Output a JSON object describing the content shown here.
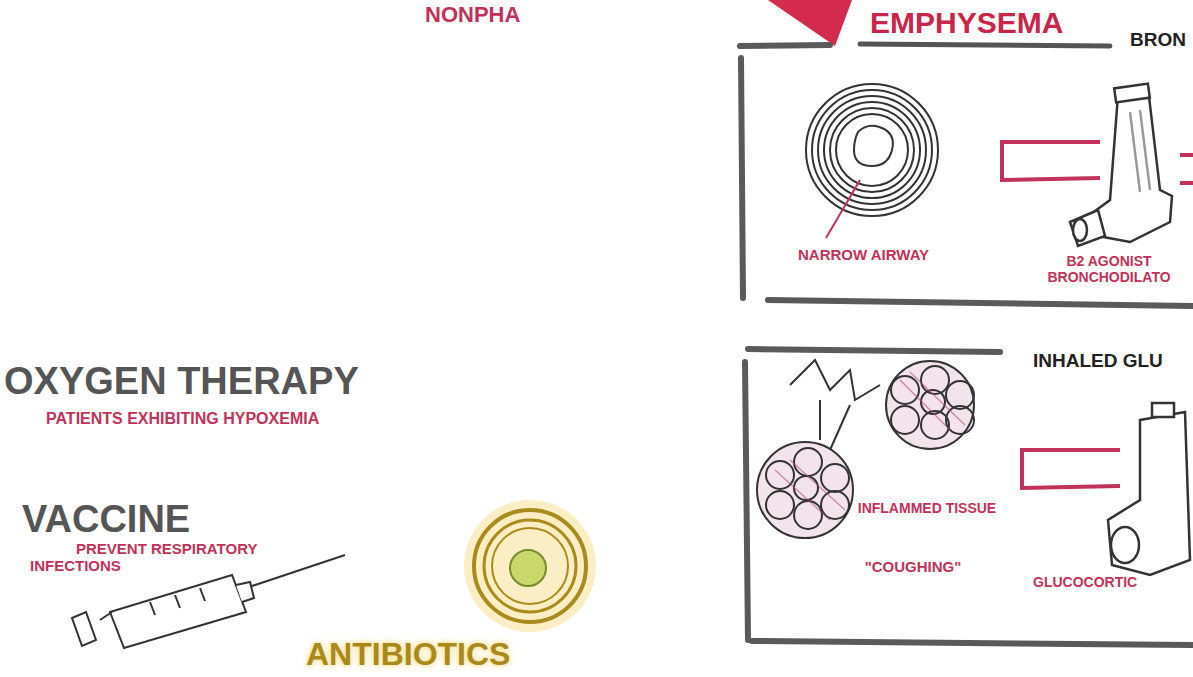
{
  "diagram": {
    "nodes": [
      {
        "text": [
          "BRON",
          "NARROW AIRWAY",
          "B2 AGONIST BRONCHODILATO"
        ]
      },
      {
        "text": [
          "INHALED GLU",
          "INFLAMMED TISSUE",
          "\"COUGHING\"",
          "GLUCOCORTIC"
        ]
      }
    ],
    "edges": [],
    "labels": [
      "NONPHA",
      "EMPHYSEMA",
      "OXYGEN THERAPY",
      "PATIENTS EXHIBITING HYPOXEMIA",
      "VACCINE",
      "PREVENT RESPIRATORY INFECTIONS",
      "ANTIBIOTICS"
    ]
  }
}
